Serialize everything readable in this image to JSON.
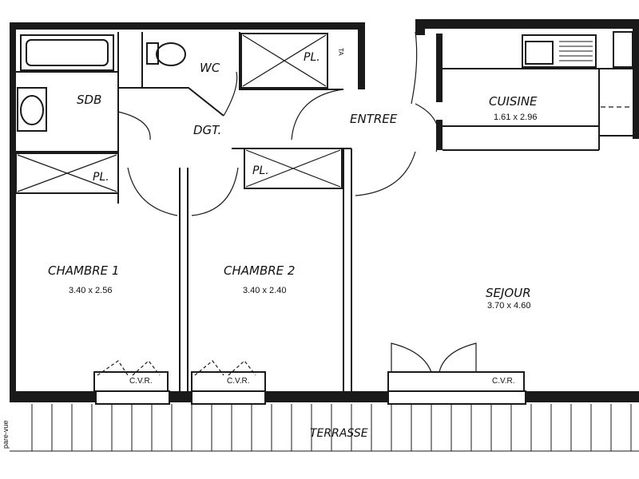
{
  "rooms": {
    "sdb": "SDB",
    "wc": "WC",
    "dgt": "DGT.",
    "entree": "ENTREE",
    "cuisine": "CUISINE",
    "cuisine_dim": "1.61 x 2.96",
    "chambre1": "CHAMBRE  1",
    "chambre1_dim": "3.40 x 2.56",
    "chambre2": "CHAMBRE  2",
    "chambre2_dim": "3.40 x 2.40",
    "sejour": "SEJOUR",
    "sejour_dim": "3.70 x 4.60",
    "terrasse": "TERRASSE"
  },
  "closets": {
    "pl_top": "PL.",
    "pl_ch1": "PL.",
    "pl_ch2": "PL."
  },
  "shutters": {
    "cvr1": "C.V.R.",
    "cvr2": "C.V.R.",
    "cvr3": "C.V.R."
  },
  "misc": {
    "pare_vue": "pare-vue",
    "ta": "TA"
  }
}
